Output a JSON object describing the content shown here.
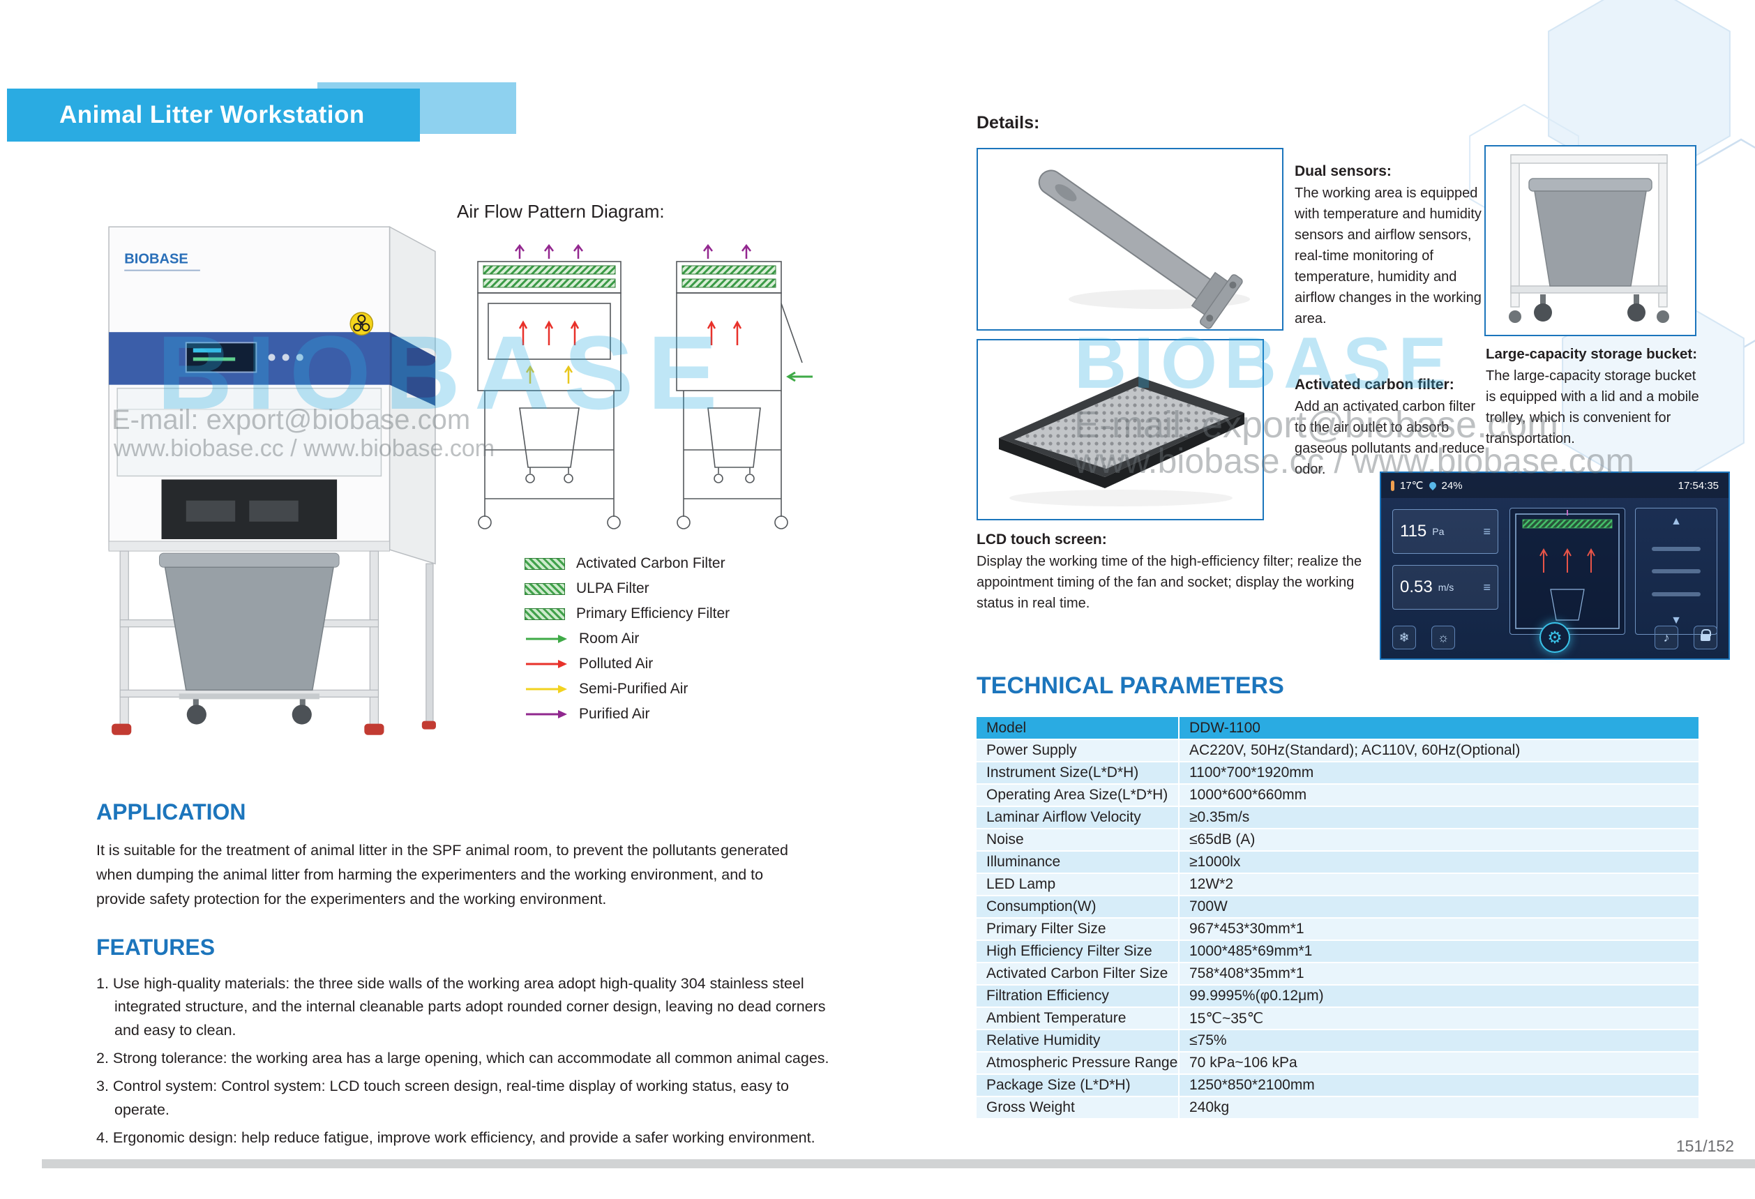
{
  "page": {
    "title": "Animal Litter Workstation",
    "page_number": "151/152"
  },
  "product": {
    "brand": "BIOBASE"
  },
  "watermark": {
    "brand": "BIOBASE",
    "email": "E-mail: export@biobase.com",
    "urls": "www.biobase.cc / www.biobase.com"
  },
  "airflow": {
    "title": "Air Flow Pattern Diagram:",
    "legend": [
      {
        "label": "Activated Carbon Filter",
        "style": "filter",
        "color": "#41a24b"
      },
      {
        "label": "ULPA Filter",
        "style": "filter",
        "color": "#41a24b"
      },
      {
        "label": "Primary Efficiency Filter",
        "style": "filter",
        "color": "#41a24b"
      },
      {
        "label": "Room Air",
        "style": "arrow",
        "color": "#3faa47"
      },
      {
        "label": "Polluted Air",
        "style": "arrow",
        "color": "#e8312a"
      },
      {
        "label": "Semi-Purified Air",
        "style": "arrow",
        "color": "#f2d21f"
      },
      {
        "label": "Purified Air",
        "style": "arrow",
        "color": "#90278e"
      }
    ]
  },
  "application": {
    "heading": "APPLICATION",
    "body": "It is suitable for the treatment of animal litter in the SPF animal room, to prevent the pollutants generated when dumping the animal litter from harming the experimenters and the working environment, and to provide safety protection for the experimenters and the working environment."
  },
  "features": {
    "heading": "FEATURES",
    "items": [
      "1. Use high-quality materials: the three side walls of the working area adopt high-quality 304 stainless steel integrated structure, and the internal cleanable parts adopt rounded corner design, leaving no dead corners and easy to clean.",
      "2. Strong tolerance: the working area has a large opening, which can accommodate all common animal cages.",
      "3. Control system: Control system: LCD touch screen design, real-time display of working status, easy to operate.",
      "4. Ergonomic design: help reduce fatigue, improve work efficiency, and provide a safer working environment."
    ]
  },
  "details": {
    "heading": "Details:",
    "sensors": {
      "title": "Dual sensors:",
      "body": "The working area is equipped with temperature and humidity sensors and airflow sensors, real-time monitoring of temperature, humidity and airflow changes in the working area."
    },
    "filter": {
      "title": "Activated carbon filter:",
      "body": "Add an activated carbon filter to the air outlet to absorb gaseous pollutants and reduce odor."
    },
    "bucket": {
      "title": "Large-capacity storage bucket:",
      "body": "The large-capacity storage bucket is equipped with a lid and a mobile trolley, which is convenient for transportation."
    },
    "lcd": {
      "title": "LCD touch screen:",
      "body": "Display the working time of the high-efficiency filter; realize the appointment timing of the fan and socket; display the working status in real time."
    }
  },
  "lcd": {
    "temp": "17℃",
    "humidity": "24%",
    "time": "17:54:35",
    "pressure": "115",
    "pressure_unit": "Pa",
    "velocity": "0.53",
    "velocity_unit": "m/s"
  },
  "tech": {
    "heading": "TECHNICAL PARAMETERS",
    "rows": [
      {
        "label": "Model",
        "value": "DDW-1100"
      },
      {
        "label": "Power Supply",
        "value": "AC220V, 50Hz(Standard); AC110V, 60Hz(Optional)"
      },
      {
        "label": "Instrument Size(L*D*H)",
        "value": "1100*700*1920mm"
      },
      {
        "label": "Operating Area Size(L*D*H)",
        "value": "1000*600*660mm"
      },
      {
        "label": "Laminar Airflow Velocity",
        "value": "≥0.35m/s"
      },
      {
        "label": "Noise",
        "value": "≤65dB (A)"
      },
      {
        "label": "Illuminance",
        "value": "≥1000lx"
      },
      {
        "label": "LED Lamp",
        "value": "12W*2"
      },
      {
        "label": "Consumption(W)",
        "value": "700W"
      },
      {
        "label": "Primary Filter Size",
        "value": "967*453*30mm*1"
      },
      {
        "label": "High Efficiency Filter Size",
        "value": "1000*485*69mm*1"
      },
      {
        "label": "Activated Carbon Filter Size",
        "value": "758*408*35mm*1"
      },
      {
        "label": "Filtration Efficiency",
        "value": "99.9995%(φ0.12μm)"
      },
      {
        "label": "Ambient Temperature",
        "value": "15℃~35℃"
      },
      {
        "label": "Relative Humidity",
        "value": "≤75%"
      },
      {
        "label": "Atmospheric Pressure Range",
        "value": "70 kPa~106 kPa"
      },
      {
        "label": "Package Size (L*D*H)",
        "value": "1250*850*2100mm"
      },
      {
        "label": "Gross Weight",
        "value": "240kg"
      }
    ]
  }
}
